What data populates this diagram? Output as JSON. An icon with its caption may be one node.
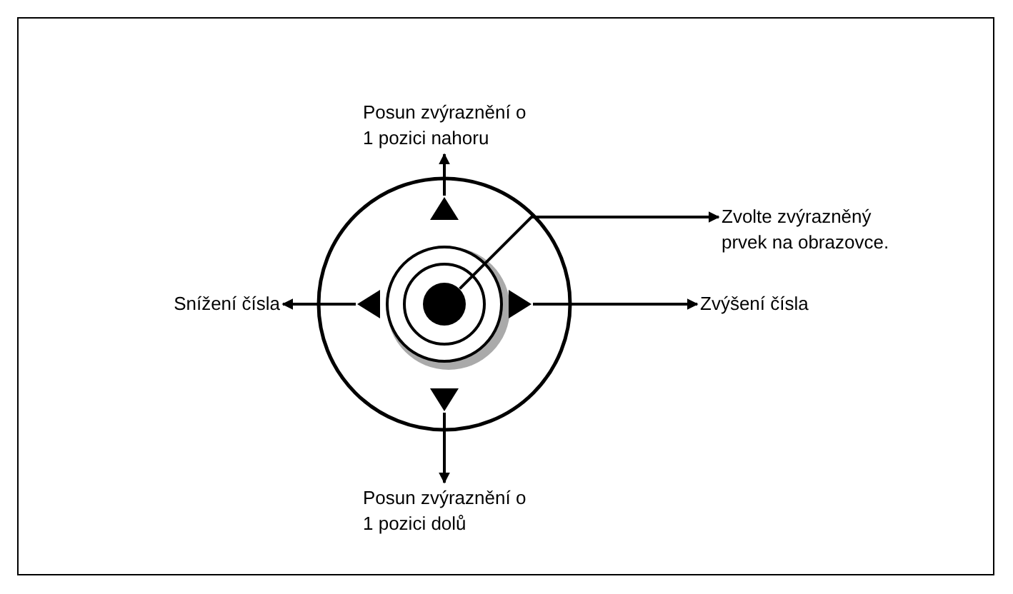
{
  "diagram": {
    "nodes": [
      {
        "text": [
          "Posun zvýraznění o 1 pozici nahoru"
        ]
      },
      {
        "text": [
          "Zvolte zvýrazněný prvek na obrazovce."
        ]
      },
      {
        "text": [],
        "shape": "triangle"
      },
      {
        "text": [
          "Snížení čísla"
        ]
      },
      {
        "text": [],
        "shape": "triangle"
      },
      {
        "text": [],
        "shape": "circle"
      },
      {
        "text": [],
        "shape": "triangle"
      },
      {
        "text": [
          "Zvýšení čísla"
        ]
      },
      {
        "text": [],
        "shape": "triangle"
      },
      {
        "text": [
          "Posun zvýraznění o 1 pozici dolů"
        ]
      }
    ],
    "edges": [
      {
        "from": 2,
        "to": 0,
        "arrow": "to"
      },
      {
        "from": 5,
        "to": 1,
        "arrow": "to"
      },
      {
        "from": 4,
        "to": 3,
        "arrow": "to"
      },
      {
        "from": 6,
        "to": 7,
        "arrow": "to"
      },
      {
        "from": 8,
        "to": 9,
        "arrow": "to"
      }
    ]
  }
}
